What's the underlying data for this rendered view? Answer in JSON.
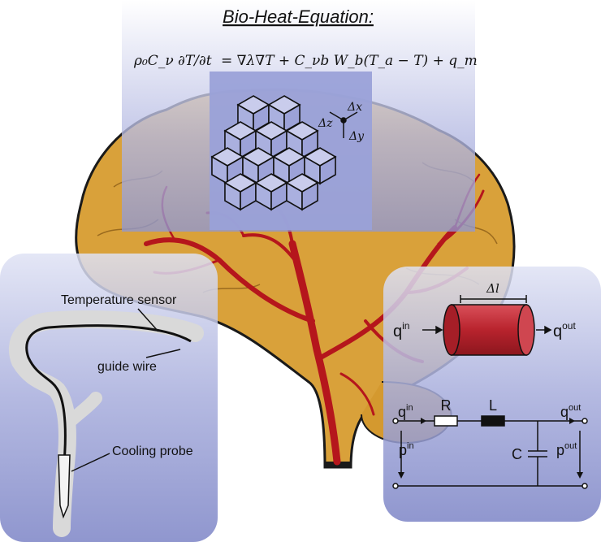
{
  "equation_panel": {
    "title": "Bio-Heat-Equation:",
    "equation_lhs": "ρ₀C_ν ∂T/∂t",
    "equation_rhs": "= ∇λ∇T + C_νb W_b(T_a − T) + q_m",
    "axes": {
      "dx": "Δx",
      "dy": "Δy",
      "dz": "Δz"
    }
  },
  "probe_panel": {
    "labels": {
      "temperature_sensor": "Temperature sensor",
      "guide_wire": "guide wire",
      "cooling_probe": "Cooling probe"
    }
  },
  "circuit_panel": {
    "vessel": {
      "length": "Δl",
      "q_in": "q",
      "q_in_sup": "in",
      "q_out": "q",
      "q_out_sup": "out"
    },
    "circuit": {
      "q_in": "q",
      "q_in_sup": "in",
      "q_out": "q",
      "q_out_sup": "out",
      "p_in": "p",
      "p_in_sup": "in",
      "p_out": "p",
      "p_out_sup": "out",
      "resistor": "R",
      "inductor": "L",
      "capacitor": "C"
    }
  },
  "colors": {
    "brain": "#d9a13a",
    "brain_outline": "#1a1a1a",
    "vessels": "#b5161c",
    "panel": "#8a92d0",
    "vessel_cylinder": "#c0303a"
  }
}
